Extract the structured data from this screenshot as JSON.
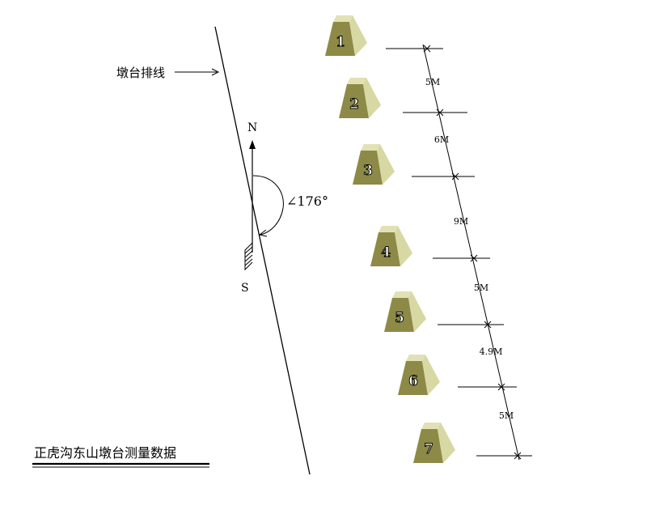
{
  "title": "正虎沟东山墩台测量数据",
  "line_label": "墩台排线",
  "compass": {
    "north": "N",
    "south": "S",
    "angle_label": "∠176°"
  },
  "towers": [
    "1",
    "2",
    "3",
    "4",
    "5",
    "6",
    "7"
  ],
  "distances": [
    "5M",
    "6M",
    "9M",
    "5M",
    "4.9M",
    "5M"
  ],
  "colors": {
    "tower_front": "#8c8a46",
    "tower_side": "#d8d8a4",
    "tower_top": "#e2e1b6",
    "number_fill": "#ffffff",
    "line": "#000000"
  }
}
